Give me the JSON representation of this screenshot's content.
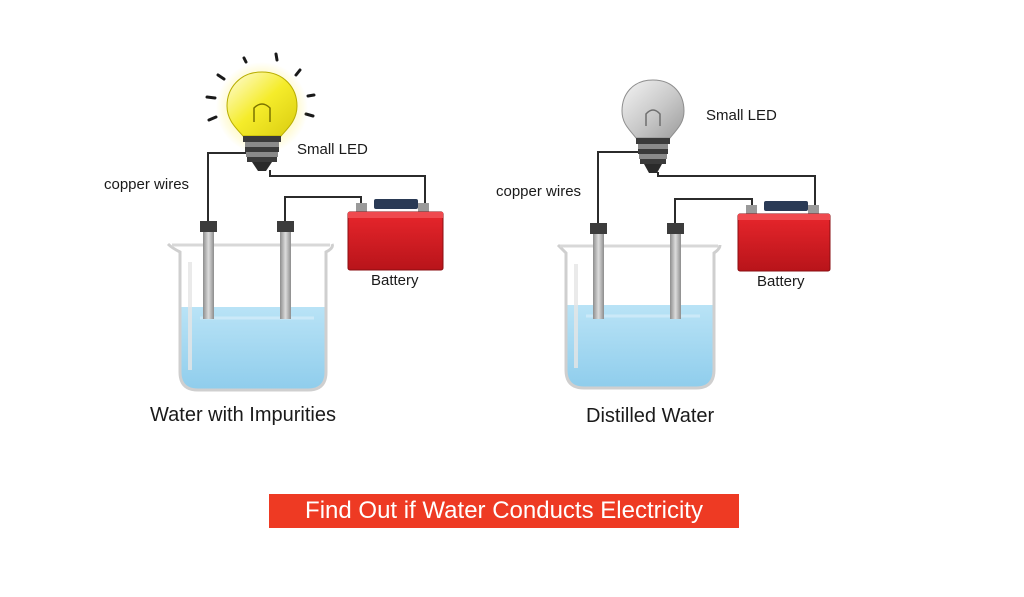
{
  "left_setup": {
    "bulb_label": "Small LED",
    "wires_label": "copper wires",
    "battery_label": "Battery",
    "caption": "Water with Impurities",
    "bulb_lit": true
  },
  "right_setup": {
    "bulb_label": "Small LED",
    "wires_label": "copper wires",
    "battery_label": "Battery",
    "caption": "Distilled Water",
    "bulb_lit": false
  },
  "banner": {
    "text": "Find Out if Water Conducts Electricity"
  },
  "colors": {
    "banner": "#ee3a23",
    "battery": "#d81e24",
    "water": "#9fd6f0",
    "lit_bulb": "#f6f04a",
    "unlit_bulb": "#c9c9c9"
  }
}
